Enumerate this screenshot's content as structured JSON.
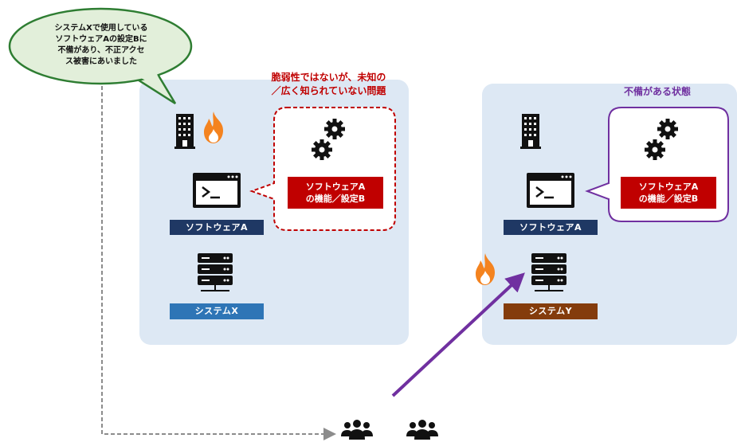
{
  "speech_bubble": {
    "lines": [
      "システムXで使用している",
      "ソフトウェアAの設定Bに",
      "不備があり、不正アクセ",
      "ス被害にあいました"
    ]
  },
  "left_panel": {
    "note_lines": [
      "脆弱性ではないが、未知の",
      "／広く知られていない問題"
    ],
    "feature_box_lines": [
      "ソフトウェアA",
      "の機能／設定B"
    ],
    "software_label": "ソフトウェアA",
    "system_label": "システムX"
  },
  "right_panel": {
    "note": "不備がある状態",
    "feature_box_lines": [
      "ソフトウェアA",
      "の機能／設定B"
    ],
    "software_label": "ソフトウェアA",
    "system_label": "システムY"
  },
  "icons": [
    "building-icon",
    "fire-icon",
    "gears-icon",
    "terminal-window-icon",
    "server-icon",
    "people-group-icon"
  ],
  "colors": {
    "panel_bg": "#dde8f4",
    "bubble_fill": "#e2efda",
    "bubble_border": "#2e7d32",
    "navy_label": "#1f3864",
    "blue_label": "#2e75b6",
    "brown_label": "#843c0c",
    "red": "#c00000",
    "purple": "#7030a0",
    "fire": "#f4831f"
  }
}
